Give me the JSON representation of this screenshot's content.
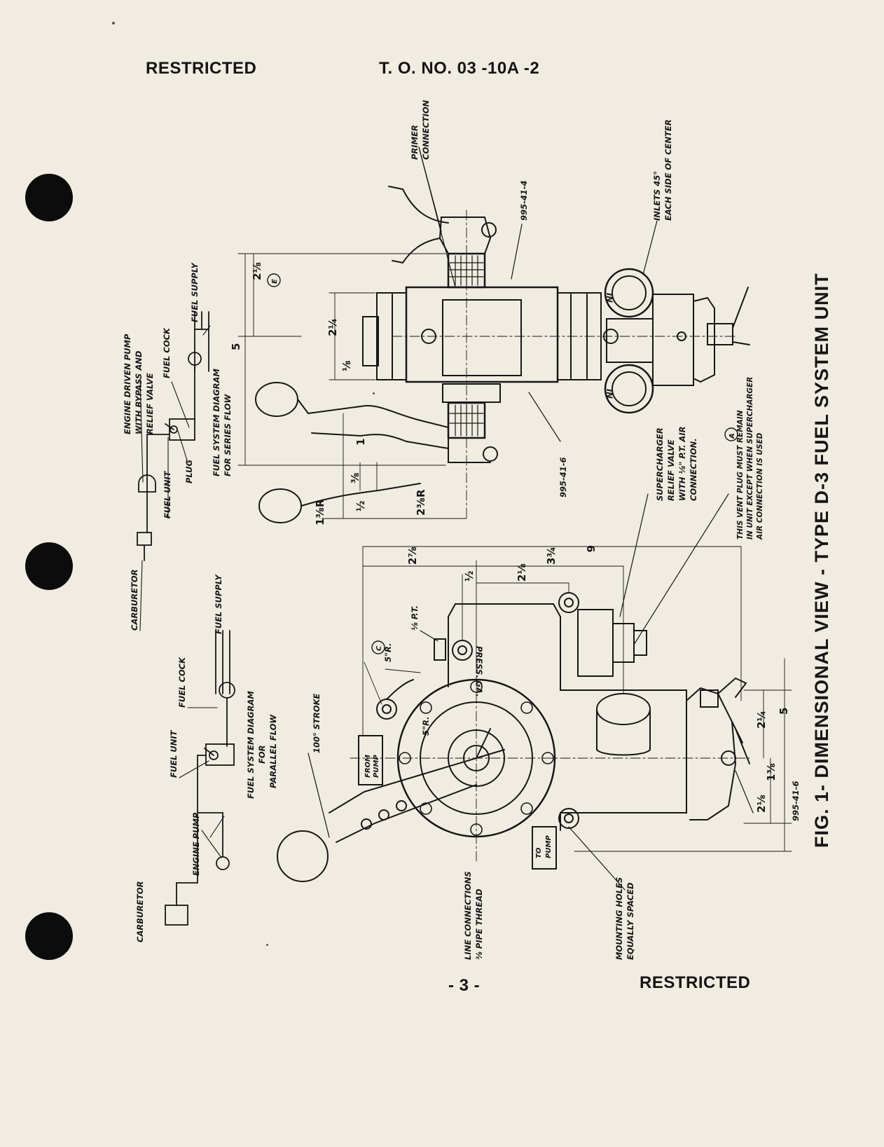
{
  "header": {
    "left": "RESTRICTED",
    "center": "T. O. NO. 03 -10A -2"
  },
  "footer": {
    "page_number": "- 3 -",
    "right": "RESTRICTED"
  },
  "figure": {
    "caption": "FIG. 1- DIMENSIONAL VIEW - TYPE D-3 FUEL SYSTEM UNIT",
    "labels": {
      "primer": [
        "PRIMER",
        "CONNECTION"
      ],
      "inlets": [
        "INLETS 45°",
        "EACH SIDE OF CENTER"
      ],
      "part_top": "995-41-4",
      "part_mid": "995-41-6",
      "part_bottom": "995-41-6",
      "in": "IN",
      "supercharger": [
        "SUPERCHARGER",
        "RELIEF VALVE",
        "WITH ⅛\" P.T. AIR",
        "CONNECTION."
      ],
      "vent_mark": "A",
      "vent": [
        "THIS VENT PLUG MUST REMAIN",
        "IN UNIT EXCEPT WHEN SUPERCHARGER",
        "AIR CONNECTION IS USED"
      ],
      "series_title": [
        "FUEL SYSTEM DIAGRAM",
        "FOR SERIES FLOW"
      ],
      "engine_pump": [
        "ENGINE DRIVEN PUMP",
        "WITH BYPASS AND",
        "RELIEF VALVE"
      ],
      "fuel_cock": "FUEL COCK",
      "fuel_supply": "FUEL SUPPLY",
      "fuel_unit": "FUEL UNIT",
      "plug": "PLUG",
      "carburetor": "CARBURETOR",
      "parallel_title": [
        "FUEL SYSTEM DIAGRAM",
        "FOR",
        "PARALLEL FLOW"
      ],
      "fuel_supply_2": "FUEL SUPPLY",
      "fuel_cock_2": "FUEL COCK",
      "fuel_unit_2": "FUEL UNIT",
      "engine_pump_2": "ENGINE PUMP",
      "carburetor_2": "CARBURETOR",
      "stroke": "100° STROKE",
      "from_pump": [
        "FROM",
        "PUMP"
      ],
      "to_pump": [
        "TO",
        "PUMP"
      ],
      "line_conn": [
        "LINE CONNECTIONS",
        "⅜ PIPE THREAD"
      ],
      "mounting": [
        "MOUNTING HOLES",
        "EQUALLY SPACED"
      ],
      "press_ga": "PRESS. GA.",
      "pt": "⅛ P.T.",
      "c_mark": "C",
      "e_mark": "E",
      "r5": "5\"R.",
      "r5b": "5\"R."
    },
    "dimensions": {
      "d_2_1_8": "2⅛",
      "d_5": "5",
      "d_2_1_4": "2¼",
      "d_1_8": "⅛",
      "d_1": "1",
      "d_3_8": "⅜",
      "d_1_2": "½",
      "d_2_3_8_r": "2⅜R",
      "d_1_3_8_r": "1⅜R",
      "d_6": "6",
      "d_2_7_8": "2⅞",
      "d_3_3_4": "3¾",
      "d_1_2b": "½",
      "d_2_1_8b": "2⅛",
      "d_2_1_4b": "2¼",
      "d_5b": "5",
      "d_1_3_8b": "1⅜",
      "d_2_1_8c": "2⅛"
    }
  }
}
